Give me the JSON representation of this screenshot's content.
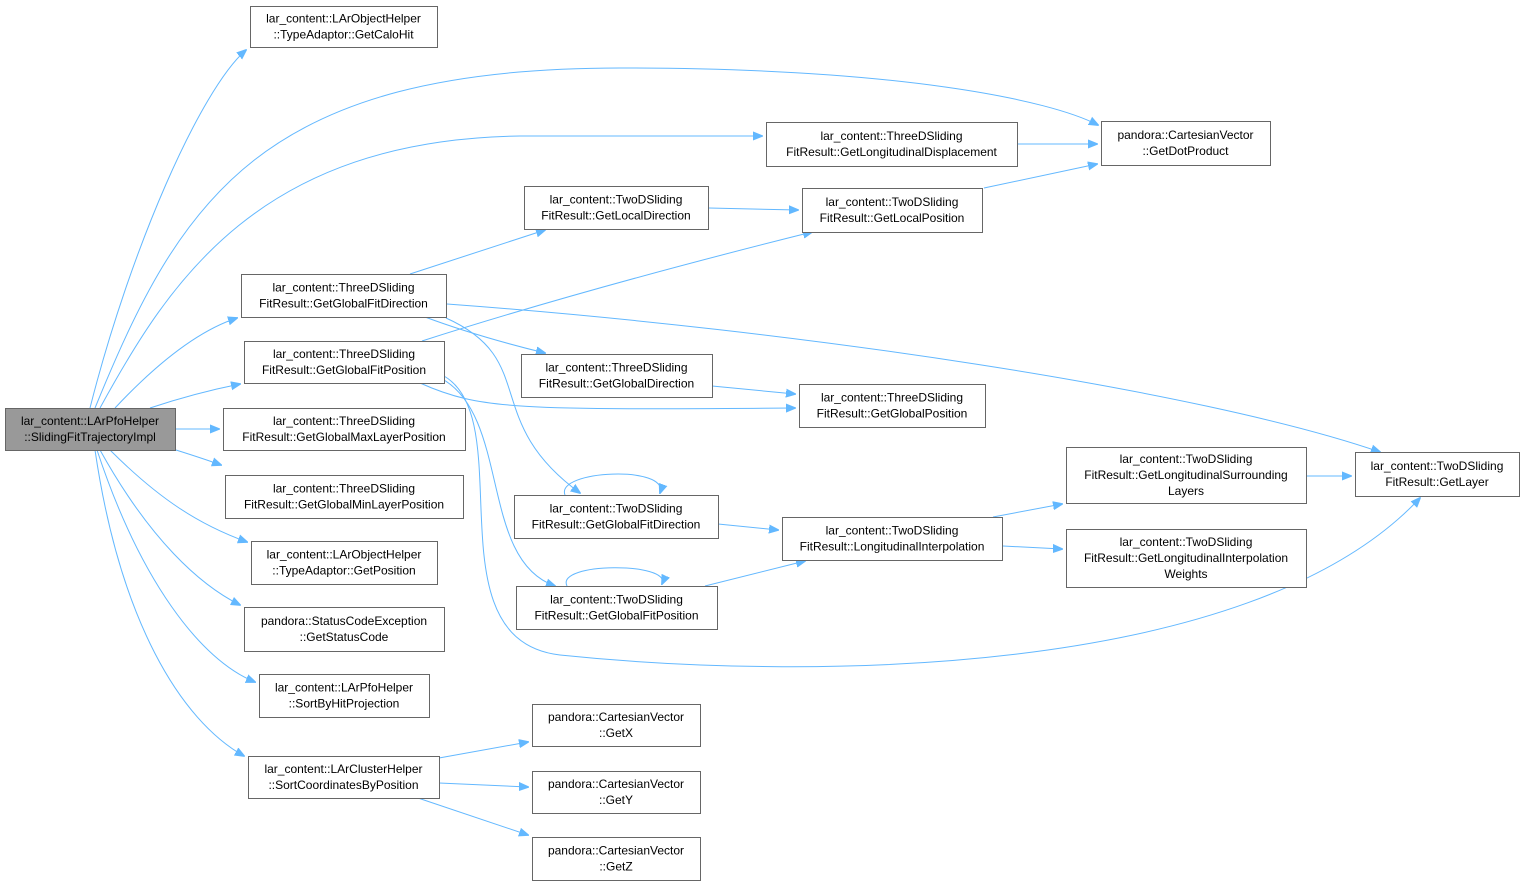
{
  "diagram": {
    "colors": {
      "edge": "#63b8ff",
      "node_border": "#666666",
      "root_fill": "#999999",
      "node_fill": "#ffffff"
    },
    "nodes": [
      {
        "id": "root",
        "lines": [
          "lar_content::LArPfoHelper",
          "::SlidingFitTrajectoryImpl"
        ],
        "root": true
      },
      {
        "id": "getcalohit",
        "lines": [
          "lar_content::LArObjectHelper",
          "::TypeAdaptor::GetCaloHit"
        ]
      },
      {
        "id": "dotproduct",
        "lines": [
          "pandora::CartesianVector",
          "::GetDotProduct"
        ]
      },
      {
        "id": "longdisp",
        "lines": [
          "lar_content::ThreeDSliding",
          "FitResult::GetLongitudinalDisplacement"
        ]
      },
      {
        "id": "localdir",
        "lines": [
          "lar_content::TwoDSliding",
          "FitResult::GetLocalDirection"
        ]
      },
      {
        "id": "localpos",
        "lines": [
          "lar_content::TwoDSliding",
          "FitResult::GetLocalPosition"
        ]
      },
      {
        "id": "g3fitdir",
        "lines": [
          "lar_content::ThreeDSliding",
          "FitResult::GetGlobalFitDirection"
        ]
      },
      {
        "id": "g3fitpos",
        "lines": [
          "lar_content::ThreeDSliding",
          "FitResult::GetGlobalFitPosition"
        ]
      },
      {
        "id": "g3dir",
        "lines": [
          "lar_content::ThreeDSliding",
          "FitResult::GetGlobalDirection"
        ]
      },
      {
        "id": "g3pos",
        "lines": [
          "lar_content::ThreeDSliding",
          "FitResult::GetGlobalPosition"
        ]
      },
      {
        "id": "maxlayer",
        "lines": [
          "lar_content::ThreeDSliding",
          "FitResult::GetGlobalMaxLayerPosition"
        ]
      },
      {
        "id": "minlayer",
        "lines": [
          "lar_content::ThreeDSliding",
          "FitResult::GetGlobalMinLayerPosition"
        ]
      },
      {
        "id": "getlayer",
        "lines": [
          "lar_content::TwoDSliding",
          "FitResult::GetLayer"
        ]
      },
      {
        "id": "surrounding",
        "lines": [
          "lar_content::TwoDSliding",
          "FitResult::GetLongitudinalSurrounding",
          "Layers"
        ]
      },
      {
        "id": "g2fitdir",
        "lines": [
          "lar_content::TwoDSliding",
          "FitResult::GetGlobalFitDirection"
        ]
      },
      {
        "id": "longinterp",
        "lines": [
          "lar_content::TwoDSliding",
          "FitResult::LongitudinalInterpolation"
        ]
      },
      {
        "id": "interpweights",
        "lines": [
          "lar_content::TwoDSliding",
          "FitResult::GetLongitudinalInterpolation",
          "Weights"
        ]
      },
      {
        "id": "g2fitpos",
        "lines": [
          "lar_content::TwoDSliding",
          "FitResult::GetGlobalFitPosition"
        ]
      },
      {
        "id": "getposition",
        "lines": [
          "lar_content::LArObjectHelper",
          "::TypeAdaptor::GetPosition"
        ]
      },
      {
        "id": "statuscode",
        "lines": [
          "pandora::StatusCodeException",
          "::GetStatusCode"
        ]
      },
      {
        "id": "sortbyhit",
        "lines": [
          "lar_content::LArPfoHelper",
          "::SortByHitProjection"
        ]
      },
      {
        "id": "sortcoords",
        "lines": [
          "lar_content::LArClusterHelper",
          "::SortCoordinatesByPosition"
        ]
      },
      {
        "id": "getx",
        "lines": [
          "pandora::CartesianVector",
          "::GetX"
        ]
      },
      {
        "id": "gety",
        "lines": [
          "pandora::CartesianVector",
          "::GetY"
        ]
      },
      {
        "id": "getz",
        "lines": [
          "pandora::CartesianVector",
          "::GetZ"
        ]
      }
    ],
    "edges": [
      [
        "root",
        "getcalohit"
      ],
      [
        "root",
        "dotproduct"
      ],
      [
        "root",
        "longdisp"
      ],
      [
        "root",
        "g3fitdir"
      ],
      [
        "root",
        "g3fitpos"
      ],
      [
        "root",
        "maxlayer"
      ],
      [
        "root",
        "minlayer"
      ],
      [
        "root",
        "getposition"
      ],
      [
        "root",
        "statuscode"
      ],
      [
        "root",
        "sortbyhit"
      ],
      [
        "root",
        "sortcoords"
      ],
      [
        "longdisp",
        "dotproduct"
      ],
      [
        "localpos",
        "dotproduct"
      ],
      [
        "localdir",
        "localpos"
      ],
      [
        "g3fitdir",
        "localdir"
      ],
      [
        "g3fitdir",
        "g3dir"
      ],
      [
        "g3fitdir",
        "getlayer"
      ],
      [
        "g3fitdir",
        "g2fitdir"
      ],
      [
        "g3fitpos",
        "localpos"
      ],
      [
        "g3fitpos",
        "g3pos"
      ],
      [
        "g3fitpos",
        "g2fitpos"
      ],
      [
        "g3fitpos",
        "getlayer"
      ],
      [
        "g3dir",
        "g3pos"
      ],
      [
        "g2fitdir",
        "g2fitdir"
      ],
      [
        "g2fitdir",
        "longinterp"
      ],
      [
        "g2fitpos",
        "g2fitpos"
      ],
      [
        "g2fitpos",
        "longinterp"
      ],
      [
        "longinterp",
        "surrounding"
      ],
      [
        "longinterp",
        "interpweights"
      ],
      [
        "surrounding",
        "getlayer"
      ],
      [
        "sortcoords",
        "getx"
      ],
      [
        "sortcoords",
        "gety"
      ],
      [
        "sortcoords",
        "getz"
      ]
    ]
  }
}
